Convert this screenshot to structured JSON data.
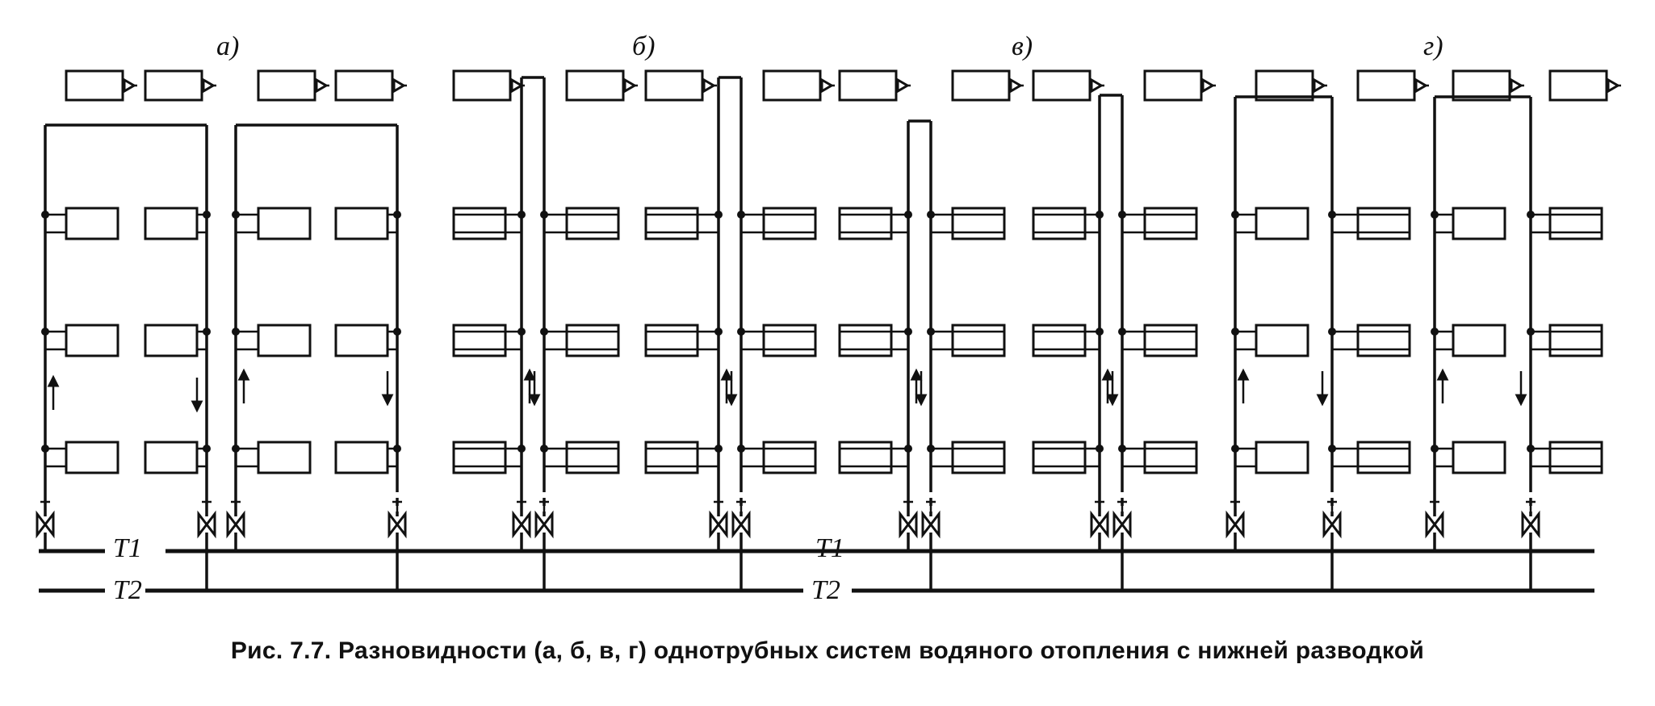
{
  "variants": [
    {
      "id": "a",
      "label": "а)"
    },
    {
      "id": "b",
      "label": "б)"
    },
    {
      "id": "v",
      "label": "в)"
    },
    {
      "id": "g",
      "label": "г)"
    }
  ],
  "mains": {
    "supply_label": "T1",
    "return_label": "T2"
  },
  "caption": "Рис. 7.7. Разновидности (а, б, в, г) однотрубных систем водяного отопления с нижней разводкой"
}
